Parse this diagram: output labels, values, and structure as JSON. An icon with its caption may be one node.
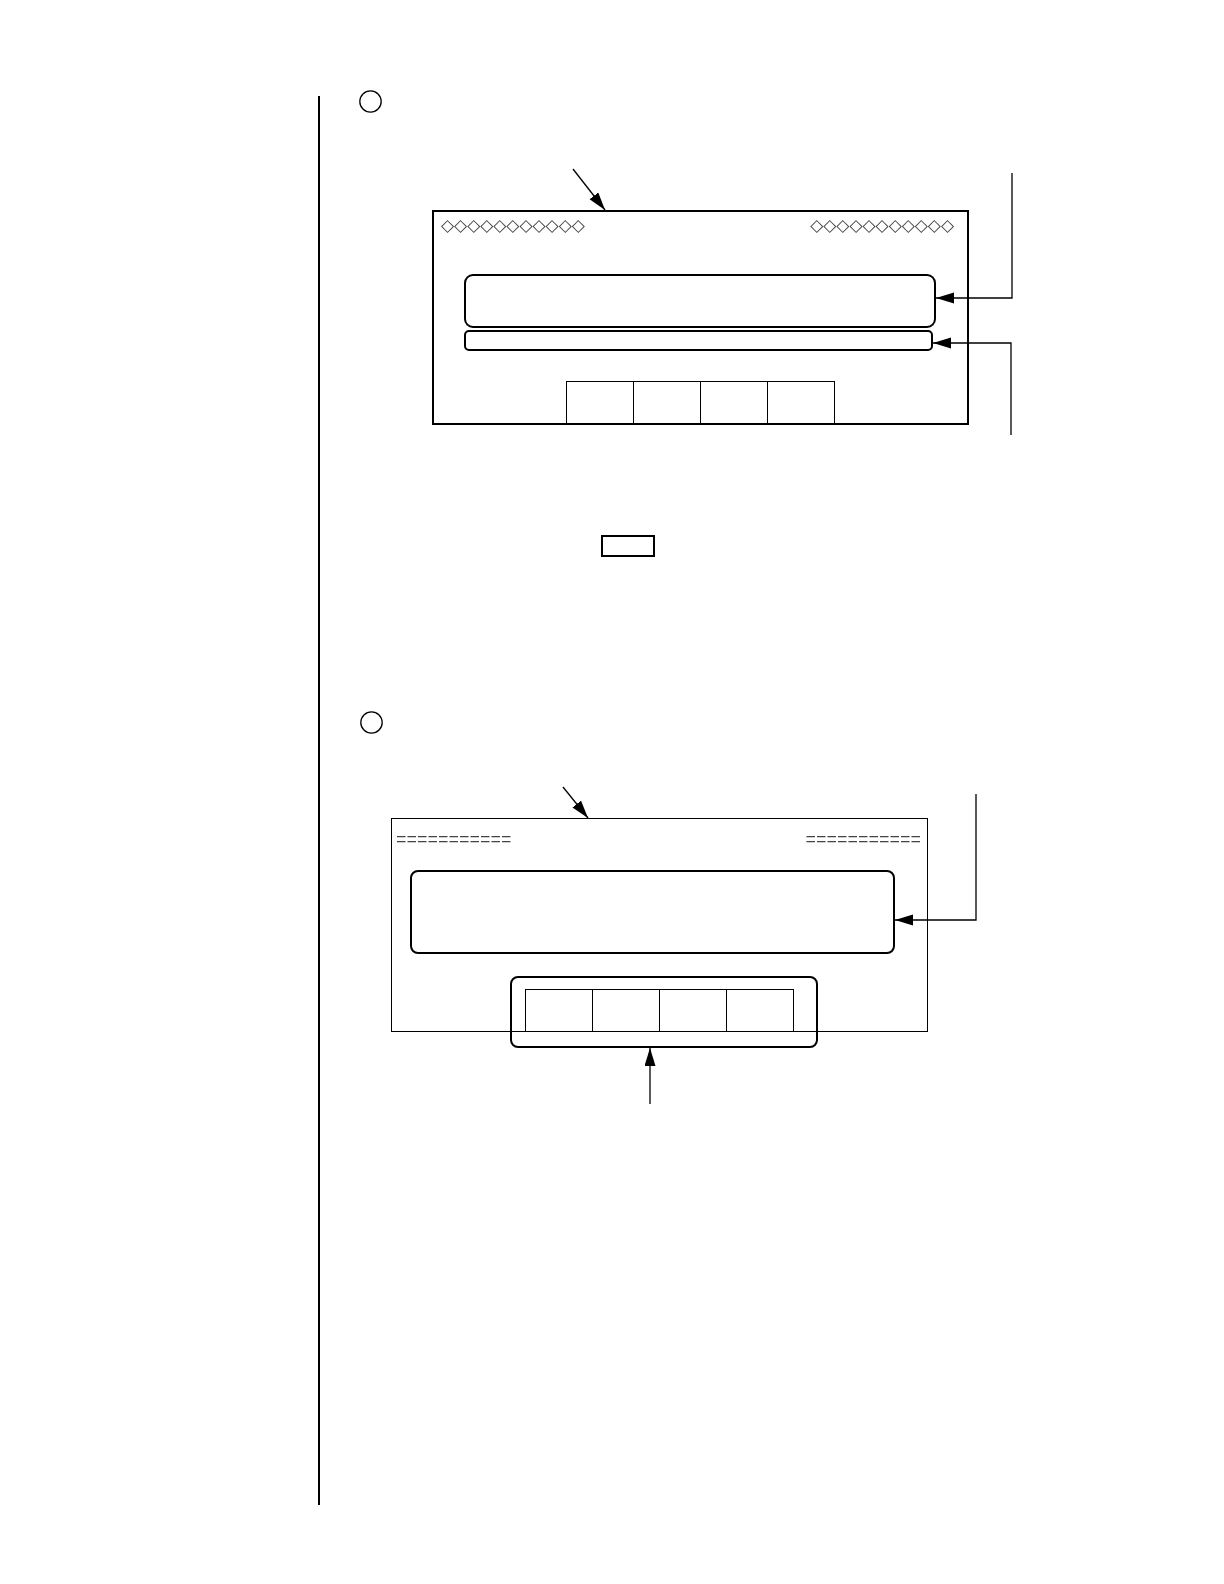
{
  "diagram": {
    "nodes": [
      {
        "text": [
          "◇◇◇◇◇◇◇◇◇◇◇",
          "◇◇◇◇◇◇◇◇◇◇◇"
        ]
      },
      {
        "text": [],
        "shape": "box",
        "in": 0
      },
      {
        "text": [],
        "shape": "box",
        "in": 0
      },
      {
        "text": [],
        "shape": "box",
        "in": 0
      },
      {
        "text": [],
        "shape": "box",
        "in": 0
      },
      {
        "text": [],
        "shape": "box",
        "in": 0
      },
      {
        "text": [],
        "shape": "box",
        "in": 0
      },
      {
        "text": [],
        "shape": "box"
      },
      {
        "text": [
          "===========",
          "==========="
        ]
      },
      {
        "text": [],
        "shape": "box",
        "in": 8
      },
      {
        "text": [],
        "shape": "box"
      },
      {
        "text": [],
        "shape": "box"
      },
      {
        "text": [],
        "shape": "box"
      },
      {
        "text": [],
        "shape": "box"
      },
      {
        "text": [],
        "shape": "box"
      }
    ],
    "edges": [
      {
        "from": null,
        "to": 0,
        "arrow": "to"
      },
      {
        "from": null,
        "to": 1,
        "arrow": "to"
      },
      {
        "from": null,
        "to": 2,
        "arrow": "to"
      },
      {
        "from": null,
        "to": 8,
        "arrow": "to"
      },
      {
        "from": null,
        "to": 9,
        "arrow": "to"
      },
      {
        "from": null,
        "to": 10,
        "arrow": "to"
      }
    ]
  }
}
